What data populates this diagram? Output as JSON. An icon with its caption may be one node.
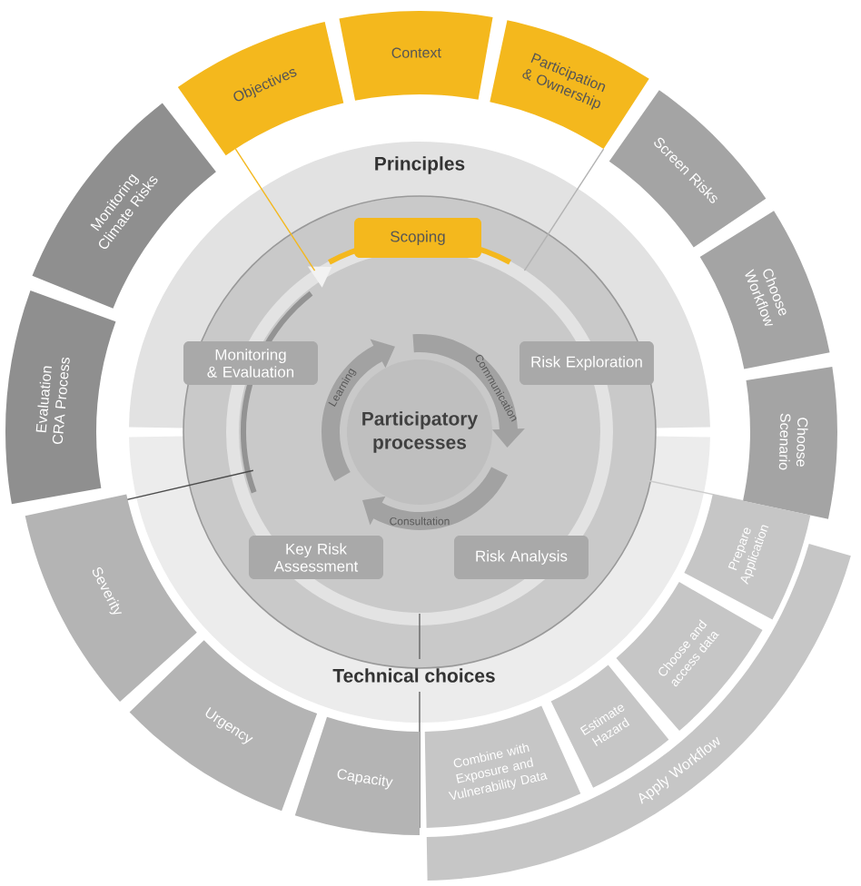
{
  "diagram": {
    "nodes": [
      {
        "text": [
          "Objectives"
        ]
      },
      {
        "text": [
          "Context"
        ]
      },
      {
        "text": [
          "Participation & Ownership"
        ]
      },
      {
        "text": [
          "Screen Risks"
        ]
      },
      {
        "text": [
          "Choose Workflow"
        ]
      },
      {
        "text": [
          "Choose Scenario"
        ]
      },
      {
        "text": [
          "Monitoring Climate Risks"
        ]
      },
      {
        "text": [
          "Evaluation CRA Process"
        ]
      },
      {
        "text": [
          "Severity"
        ]
      },
      {
        "text": [
          "Urgency"
        ]
      },
      {
        "text": [
          "Capacity"
        ]
      },
      {
        "text": [
          "Combine with Exposure and Vulnerability Data"
        ]
      },
      {
        "text": [
          "Estimate Hazard"
        ]
      },
      {
        "text": [
          "Choose and access data"
        ]
      },
      {
        "text": [
          "Prepare Application"
        ]
      },
      {
        "text": [
          "Apply Workflow"
        ]
      },
      {
        "text": [
          "Scoping"
        ]
      },
      {
        "text": [
          "Monitoring & Evaluation"
        ]
      },
      {
        "text": [
          "Risk Exploration"
        ]
      },
      {
        "text": [
          "Key Risk Assessment"
        ]
      },
      {
        "text": [
          "Risk Analysis"
        ]
      },
      {
        "text": [
          "Participatory processes"
        ]
      }
    ],
    "labels": [
      "Principles",
      "Learning",
      "Communication",
      "Consultation",
      "Technical choices"
    ]
  }
}
